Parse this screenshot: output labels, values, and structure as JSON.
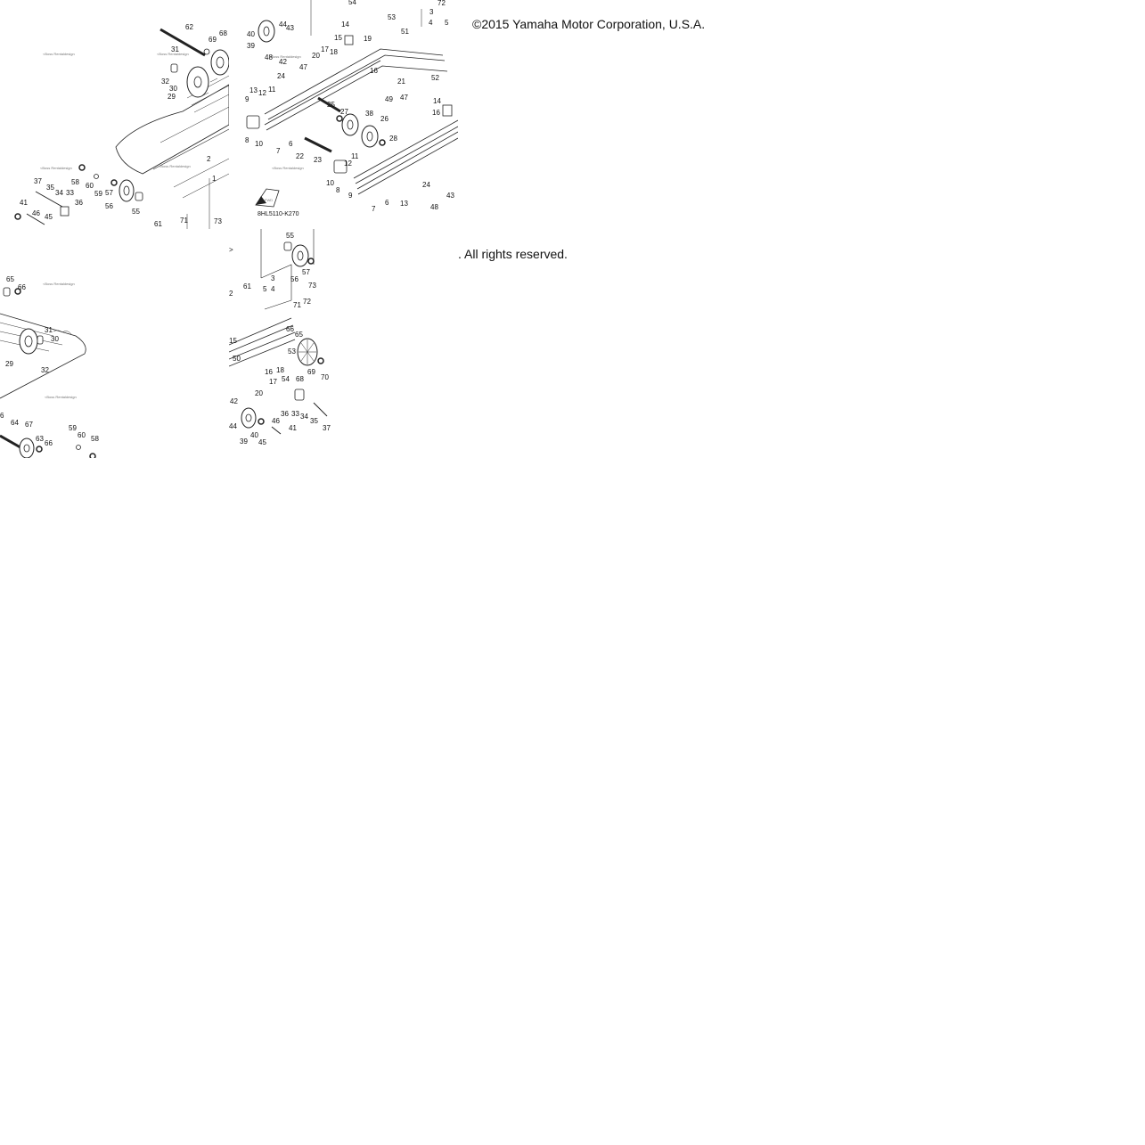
{
  "copyright_text": "©2015 Yamaha Motor Corporation, U.S.A.",
  "rights_text": ". All rights reserved.",
  "diagram_code": "8HL5110-K270",
  "fwd_label": "FWD",
  "watermark_text": "<Boss Rentaldesign",
  "tiles": {
    "a": {
      "callouts": [
        "62",
        "31",
        "69",
        "68",
        "32",
        "30",
        "29",
        "37",
        "35",
        "34",
        "33",
        "36",
        "58",
        "60",
        "59",
        "57",
        "56",
        "55",
        "41",
        "46",
        "45",
        "61",
        "71",
        "73",
        "2",
        "1"
      ]
    },
    "b": {
      "callouts": [
        "54",
        "72",
        "44",
        "43",
        "40",
        "39",
        "17",
        "18",
        "48",
        "42",
        "20",
        "15",
        "14",
        "19",
        "53",
        "51",
        "3",
        "4",
        "5",
        "47",
        "24",
        "13",
        "12",
        "11",
        "9",
        "8",
        "10",
        "7",
        "6",
        "16",
        "52",
        "21",
        "49",
        "38",
        "47",
        "26",
        "27",
        "28",
        "25",
        "22",
        "23",
        "11",
        "12",
        "10",
        "8",
        "9",
        "7",
        "6",
        "13",
        "48",
        "43",
        "24",
        "14",
        "16"
      ]
    },
    "c": {
      "callouts": [
        "65",
        "66",
        "31",
        "30",
        "29",
        "32",
        "67",
        "64",
        "63",
        "66",
        "59",
        "60",
        "58",
        "6"
      ]
    },
    "d": {
      "callouts": [
        "55",
        "57",
        "56",
        "61",
        "3",
        "5",
        "4",
        "72",
        "73",
        "71",
        "2",
        "66",
        "65",
        "15",
        "50",
        "53",
        "69",
        "70",
        "18",
        "54",
        "68",
        "16",
        "17",
        "20",
        "36",
        "33",
        "34",
        "35",
        "37",
        "42",
        "44",
        "40",
        "39",
        "46",
        "41",
        "45"
      ]
    }
  }
}
